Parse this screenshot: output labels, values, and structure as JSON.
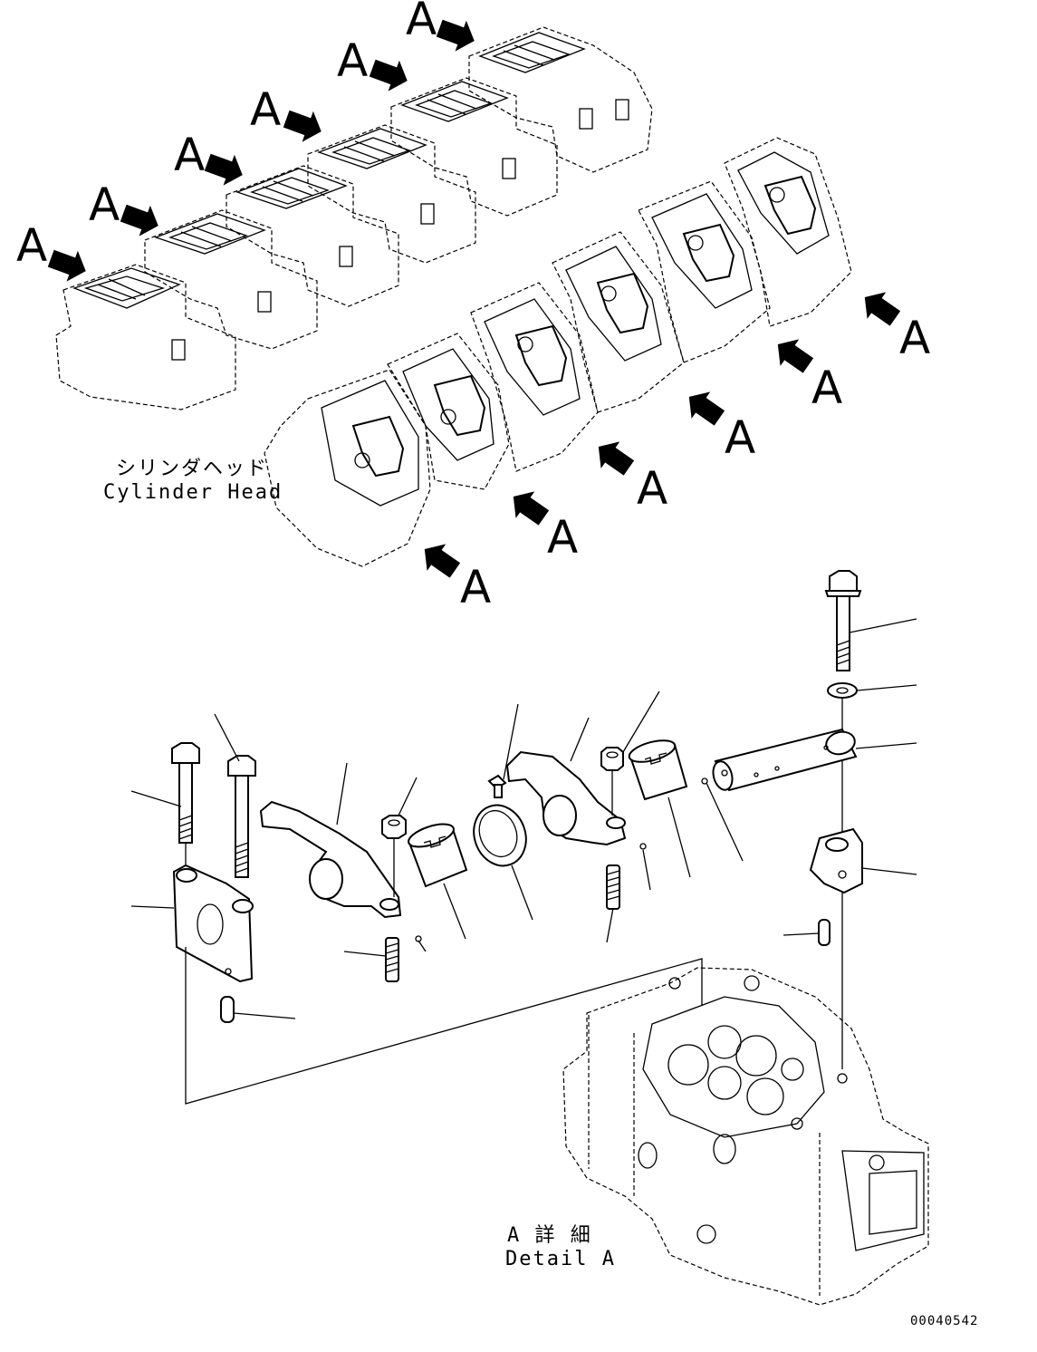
{
  "labels": {
    "cylinder_head_ja": "シリンダヘッド",
    "cylinder_head_en": "Cylinder Head",
    "detail_ja": "A 詳 細",
    "detail_en": "Detail A",
    "view_marker": "A",
    "figure_number": "00040542"
  },
  "view_markers": [
    "A",
    "A",
    "A",
    "A",
    "A",
    "A",
    "A",
    "A",
    "A",
    "A",
    "A",
    "A"
  ]
}
